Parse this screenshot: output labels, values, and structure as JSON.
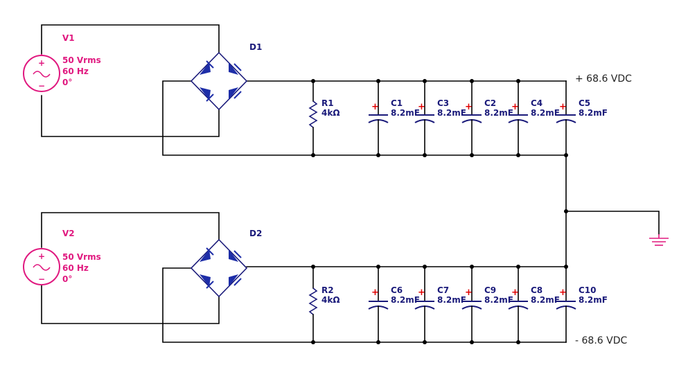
{
  "sources": [
    {
      "name": "V1",
      "voltage": "50 Vrms",
      "frequency": "60 Hz",
      "phase": "0°"
    },
    {
      "name": "V2",
      "voltage": "50 Vrms",
      "frequency": "60 Hz",
      "phase": "0°"
    }
  ],
  "bridges": [
    {
      "name": "D1"
    },
    {
      "name": "D2"
    }
  ],
  "resistors": [
    {
      "name": "R1",
      "value": "4kΩ"
    },
    {
      "name": "R2",
      "value": "4kΩ"
    }
  ],
  "capacitors_top": [
    {
      "name": "C1",
      "value": "8.2mF"
    },
    {
      "name": "C3",
      "value": "8.2mF"
    },
    {
      "name": "C2",
      "value": "8.2mF"
    },
    {
      "name": "C4",
      "value": "8.2mF"
    },
    {
      "name": "C5",
      "value": "8.2mF"
    }
  ],
  "capacitors_bottom": [
    {
      "name": "C6",
      "value": "8.2mF"
    },
    {
      "name": "C7",
      "value": "8.2mF"
    },
    {
      "name": "C9",
      "value": "8.2mF"
    },
    {
      "name": "C8",
      "value": "8.2mF"
    },
    {
      "name": "C10",
      "value": "8.2mF"
    }
  ],
  "polarity_mark": "+",
  "rails": {
    "positive": "+ 68.6 VDC",
    "negative": "- 68.6 VDC"
  },
  "source_symbols": {
    "plus": "+",
    "minus": "−"
  },
  "colors": {
    "wire": "#000000",
    "component": "#1a1a7a",
    "source": "#e0187f",
    "polarity": "#e00000",
    "diode_fill": "#1e2ea8"
  },
  "icons": {
    "source": "ac-voltage-source-icon",
    "bridge": "bridge-rectifier-icon",
    "ground": "ground-icon"
  }
}
